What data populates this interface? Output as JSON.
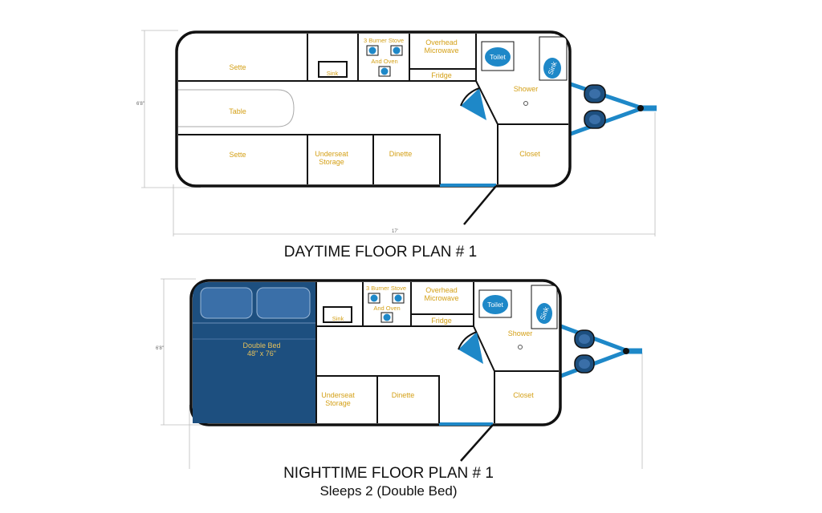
{
  "day": {
    "title": "DAYTIME FLOOR PLAN # 1",
    "labels": {
      "sette_top": "Sette",
      "table": "Table",
      "sette_bottom": "Sette",
      "sink": "Sink",
      "stove_line1": "3 Burner Stove",
      "stove_line2": "And Oven",
      "microwave_line1": "Overhead",
      "microwave_line2": "Microwave",
      "fridge": "Fridge",
      "underseat_line1": "Underseat",
      "underseat_line2": "Storage",
      "dinette": "Dinette",
      "toilet": "Toilet",
      "bath_sink": "Sink",
      "shower": "Shower",
      "closet": "Closet"
    },
    "dims": {
      "height": "6'8\"",
      "length": "17'"
    }
  },
  "night": {
    "title": "NIGHTTIME FLOOR PLAN # 1",
    "subtitle": "Sleeps 2 (Double Bed)",
    "labels": {
      "bed_line1": "Double Bed",
      "bed_line2": "48\" x 76\"",
      "sink": "Sink",
      "stove_line1": "3 Burner Stove",
      "stove_line2": "And Oven",
      "microwave_line1": "Overhead",
      "microwave_line2": "Microwave",
      "fridge": "Fridge",
      "underseat_line1": "Underseat",
      "underseat_line2": "Storage",
      "dinette": "Dinette",
      "toilet": "Toilet",
      "bath_sink": "Sink",
      "shower": "Shower",
      "closet": "Closet"
    },
    "dims": {
      "height": "6'8\""
    }
  },
  "colors": {
    "blue": "#1e88c8",
    "bed": "#1d4f7f",
    "pillow": "#3a6fa8",
    "label": "#d4a017"
  }
}
